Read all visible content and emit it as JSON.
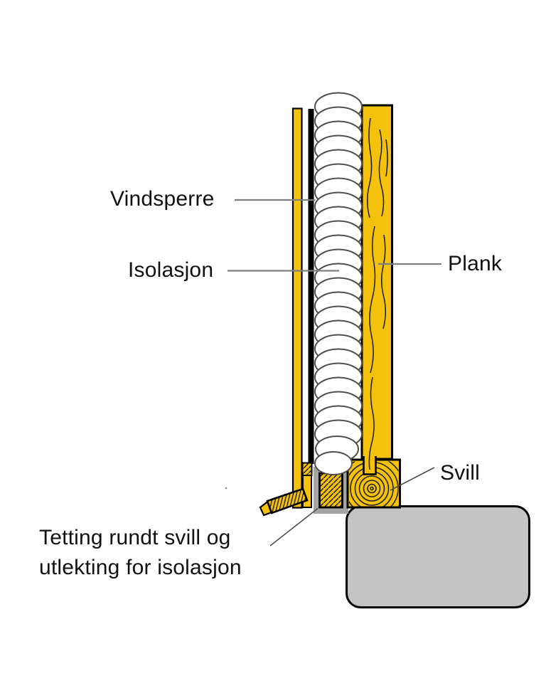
{
  "figure": {
    "labels": {
      "vindsperre": "Vindsperre",
      "isolasjon": "Isolasjon",
      "plank": "Plank",
      "svill": "Svill",
      "tetting_line1": "Tetting rundt svill og",
      "tetting_line2": "utlekting for isolasjon"
    },
    "colors": {
      "wood": "#F4C20D",
      "foundation": "#C4C4C4",
      "channel": "#A3A3A3",
      "leader": "#7F7F7F",
      "leader_dark": "#4D4D4D",
      "insulation_stroke": "#4F4F4F",
      "outline": "#000000"
    }
  }
}
